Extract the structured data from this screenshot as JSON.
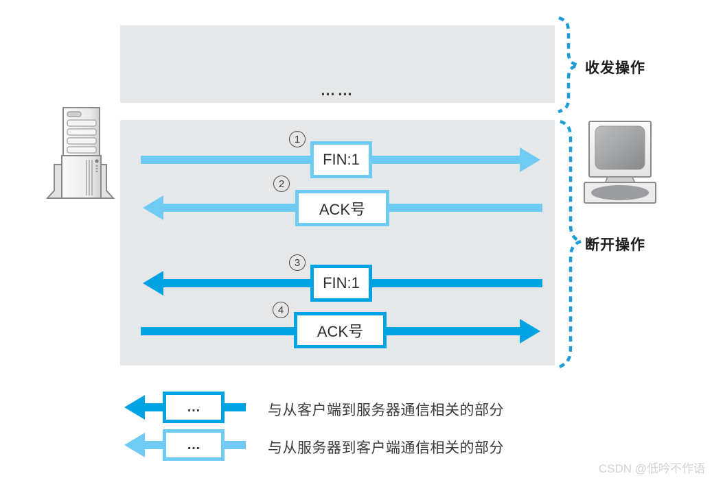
{
  "diagram": {
    "overlap_ellipsis": "……",
    "brackets": [
      {
        "label": "收发操作"
      },
      {
        "label": "断开操作"
      }
    ],
    "arrows": [
      {
        "num": "1",
        "label": "FIN:1",
        "direction": "right",
        "color_role": "server-to-client-light"
      },
      {
        "num": "2",
        "label": "ACK号",
        "direction": "left",
        "color_role": "server-to-client-light"
      },
      {
        "num": "3",
        "label": "FIN:1",
        "direction": "left",
        "color_role": "client-to-server-dark"
      },
      {
        "num": "4",
        "label": "ACK号",
        "direction": "right",
        "color_role": "client-to-server-dark"
      }
    ]
  },
  "legend": {
    "items": [
      {
        "box_label": "…",
        "color_role": "dark",
        "text": "与从客户端到服务器通信相关的部分"
      },
      {
        "box_label": "…",
        "color_role": "light",
        "text": "与从服务器到客户端通信相关的部分"
      }
    ]
  },
  "watermark": "CSDN @低吟不作语",
  "colors": {
    "light_blue": "#6FCBF3",
    "dark_blue": "#00A3E2",
    "panel_gray": "#E6E7E8",
    "bracket_blue": "#1E9CD7"
  }
}
